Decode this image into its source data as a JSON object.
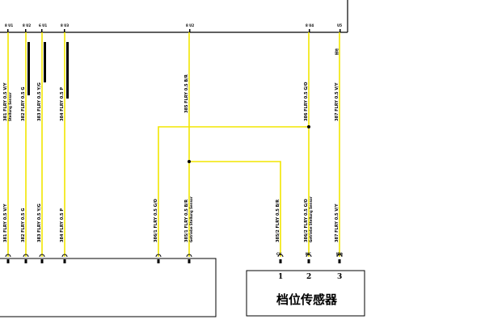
{
  "sensor": {
    "label": "档位传感器",
    "pins": [
      "1",
      "2",
      "3"
    ]
  }
}
